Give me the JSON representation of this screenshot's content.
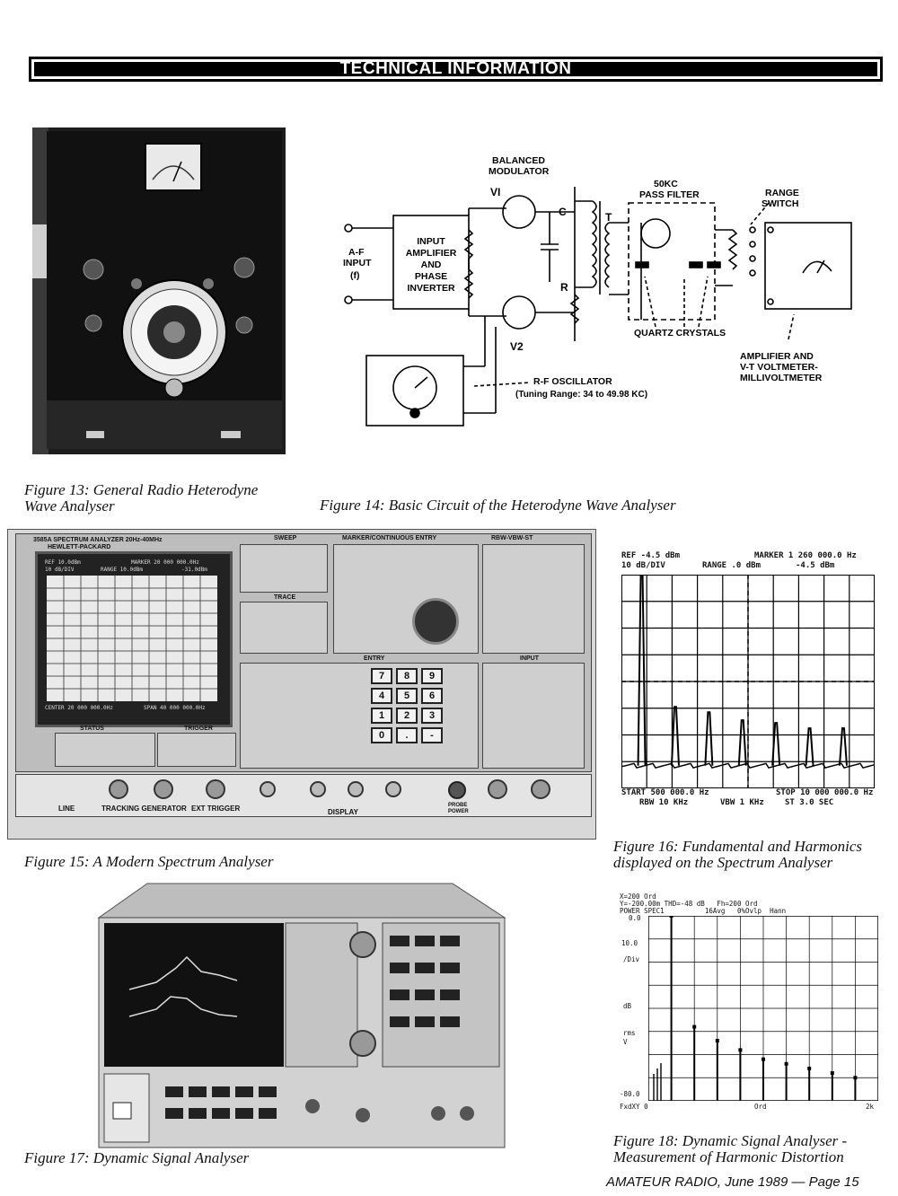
{
  "header": {
    "title": "TECHNICAL INFORMATION"
  },
  "figures": {
    "fig13": {
      "caption_line1": "Figure 13: General Radio Heterodyne",
      "caption_line2": "Wave Analyser"
    },
    "fig14": {
      "caption": "Figure 14: Basic Circuit of the Heterodyne Wave Analyser",
      "labels": {
        "balanced": "BALANCED",
        "modulator": "MODULATOR",
        "v1": "VI",
        "v2": "V2",
        "c": "C",
        "t": "T",
        "r": "R",
        "kc50": "50KC",
        "pass_filter": "PASS FILTER",
        "range": "RANGE",
        "switch": "SWITCH",
        "af": "A-F",
        "input": "INPUT",
        "f": "(f)",
        "box_line1": "INPUT",
        "box_line2": "AMPLIFIER",
        "box_line3": "AND",
        "box_line4": "PHASE",
        "box_line5": "INVERTER",
        "quartz": "QUARTZ CRYSTALS",
        "amp_line1": "AMPLIFIER AND",
        "amp_line2": "V-T VOLTMETER-",
        "amp_line3": "MILLIVOLTMETER",
        "rf_osc": "R-F OSCILLATOR",
        "tuning": "(Tuning Range: 34 to 49.98 KC)"
      }
    },
    "fig15": {
      "caption": "Figure 15: A Modern Spectrum Analyser",
      "labels": {
        "model": "3585A SPECTRUM ANALYZER 20Hz-40MHz",
        "maker": "HEWLETT-PACKARD",
        "screen_ref": "REF 10.0dBm",
        "screen_marker": "MARKER 20 000 000.0Hz",
        "screen_div": "10 dB/DIV",
        "screen_range": "RANGE 10.0dBm",
        "screen_lvl": "-31.0dBm",
        "screen_center": "CENTER 20 000 000.0Hz",
        "screen_span": "SPAN 40 000 000.0Hz",
        "sweep": "SWEEP",
        "trace": "TRACE",
        "marker_entry": "MARKER/CONTINUOUS ENTRY",
        "rbw": "RBW-VBW-ST",
        "entry": "ENTRY",
        "input": "INPUT",
        "status": "STATUS",
        "trigger": "TRIGGER",
        "line": "LINE",
        "tracking": "TRACKING GENERATOR",
        "ext_trigger": "EXT TRIGGER",
        "display": "DISPLAY",
        "probe": "PROBE POWER",
        "keys": [
          "7",
          "8",
          "9",
          "4",
          "5",
          "6",
          "1",
          "2",
          "3",
          "0",
          ".",
          "-"
        ]
      }
    },
    "fig16": {
      "caption_line1": "Figure 16: Fundamental and Harmonics",
      "caption_line2": "displayed on the Spectrum Analyser",
      "top_line1_left": "REF -4.5 dBm",
      "top_line1_right": "MARKER 1 260 000.0 Hz",
      "top_line2_left": "10 dB/DIV",
      "top_line2_mid": "RANGE .0 dBm",
      "top_line2_right": "-4.5 dBm",
      "bottom_line1_left": "START 500 000.0 Hz",
      "bottom_line1_right": "STOP 10 000 000.0 Hz",
      "bottom_line2_left": "RBW 10 KHz",
      "bottom_line2_mid": "VBW 1 KHz",
      "bottom_line2_right": "ST 3.0 SEC"
    },
    "fig17": {
      "caption": "Figure 17: Dynamic Signal Analyser"
    },
    "fig18": {
      "caption_line1": "Figure 18: Dynamic Signal Analyser -",
      "caption_line2": "Measurement of Harmonic Distortion",
      "hdr1": "X=200 Ord",
      "hdr2": "Y=-200.00m THD=-48 dB   Fh=200 Ord",
      "hdr3": "POWER SPEC1          16Avg   0%Ovlp  Hann",
      "y_top": "0.0",
      "y_10": "10.0",
      "y_div": "/Div",
      "y_db": "dB",
      "y_rms": "rms",
      "y_v": "V",
      "y_bottom": "-80.0",
      "x_label": "FxdXY 0",
      "x_mid": "Ord",
      "x_right": "2k"
    }
  },
  "chart_data": [
    {
      "type": "line",
      "title": "",
      "xlabel": "",
      "ylabel": "",
      "xlim": [
        500000,
        10000000
      ],
      "ylim": [
        -84.5,
        -4.5
      ],
      "grid": true,
      "x_tick_spacing_hz": 950000,
      "x_unit": "Hz",
      "y_unit": "dBm",
      "series": [
        {
          "x": [
            1260000,
            2520000,
            3780000,
            5040000,
            6300000,
            7560000,
            8820000
          ],
          "values": [
            -4.5,
            -54,
            -56,
            -59,
            -60,
            -62,
            -62
          ]
        }
      ]
    },
    {
      "type": "bar",
      "title": "",
      "xlabel": "",
      "ylabel": "",
      "xlim": [
        0,
        2000
      ],
      "ylim": [
        -80,
        0
      ],
      "grid": true,
      "x_unit": "Ord",
      "series": [
        {
          "x": [
            200,
            400,
            600,
            800,
            1000,
            1200,
            1400,
            1600,
            1800
          ],
          "values": [
            0,
            -48,
            -54,
            -58,
            -62,
            -64,
            -66,
            -68,
            -70
          ]
        }
      ]
    }
  ],
  "footer": {
    "publication": "AMATEUR RADIO,",
    "date": "June 1989",
    "dash": "—",
    "page": "Page 15"
  }
}
